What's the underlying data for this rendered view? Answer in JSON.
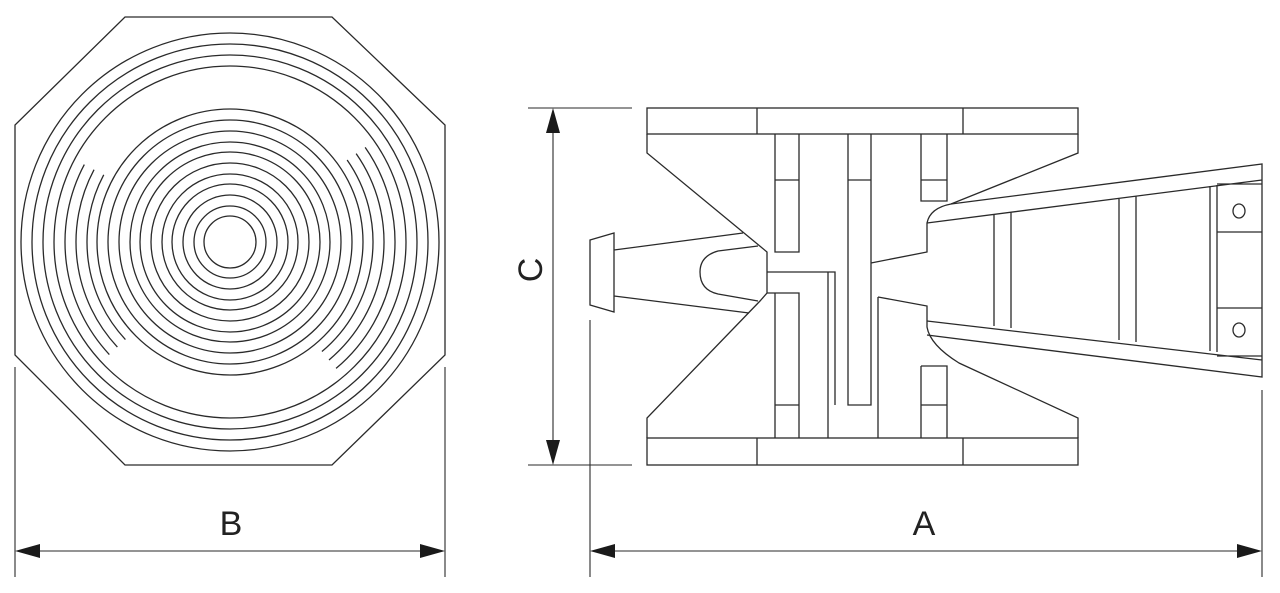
{
  "drawing": {
    "dimension_labels": {
      "width_top_view": "B",
      "length": "A",
      "height": "C"
    },
    "line_color": "#2a2a2a"
  }
}
